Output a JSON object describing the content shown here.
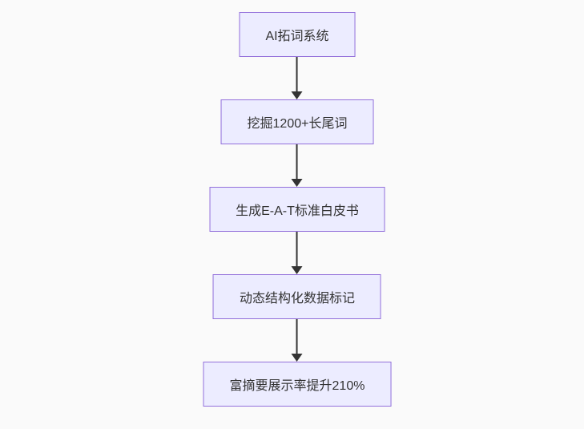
{
  "diagram": {
    "type": "flowchart-top-down",
    "colors": {
      "background": "#fafafa",
      "node_fill": "#ECECFF",
      "node_border": "#9370DB",
      "arrow": "#333333",
      "text": "#333333"
    },
    "nodes": [
      {
        "id": "ai-keyword-system",
        "label": "AI拓词系统"
      },
      {
        "id": "mine-longtail-keywords",
        "label": "挖掘1200+长尾词"
      },
      {
        "id": "generate-eat-whitepaper",
        "label": "生成E-A-T标准白皮书"
      },
      {
        "id": "dynamic-structured-data",
        "label": "动态结构化数据标记"
      },
      {
        "id": "rich-snippet-uplift",
        "label": "富摘要展示率提升210%"
      }
    ],
    "edges": [
      {
        "from": "ai-keyword-system",
        "to": "mine-longtail-keywords"
      },
      {
        "from": "mine-longtail-keywords",
        "to": "generate-eat-whitepaper"
      },
      {
        "from": "generate-eat-whitepaper",
        "to": "dynamic-structured-data"
      },
      {
        "from": "dynamic-structured-data",
        "to": "rich-snippet-uplift"
      }
    ]
  }
}
